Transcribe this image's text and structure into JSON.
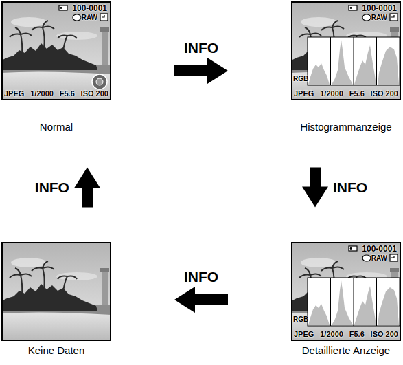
{
  "diagram": {
    "nodes": [
      {
        "text": [
          "100-0001",
          "RAW",
          "JPEG",
          "1/2000",
          "F5.6",
          "ISO 200",
          "Normal"
        ]
      },
      {
        "text": [
          "100-0001",
          "RAW",
          "RGB",
          "JPEG",
          "1/2000",
          "F5.6",
          "ISO 200",
          "Histogrammanzeige"
        ]
      },
      {
        "text": [
          "Keine Daten"
        ]
      },
      {
        "text": [
          "100-0001",
          "RAW",
          "RGB",
          "JPEG",
          "1/2000",
          "F5.6",
          "ISO 200",
          "Detaillierte Anzeige"
        ]
      }
    ],
    "edges": [
      {
        "from": 0,
        "to": 1,
        "label": "INFO",
        "arrow": "to"
      },
      {
        "from": 1,
        "to": 3,
        "label": "INFO",
        "arrow": "to"
      },
      {
        "from": 3,
        "to": 2,
        "label": "INFO",
        "arrow": "to"
      },
      {
        "from": 2,
        "to": 0,
        "label": "INFO",
        "arrow": "to"
      }
    ]
  }
}
